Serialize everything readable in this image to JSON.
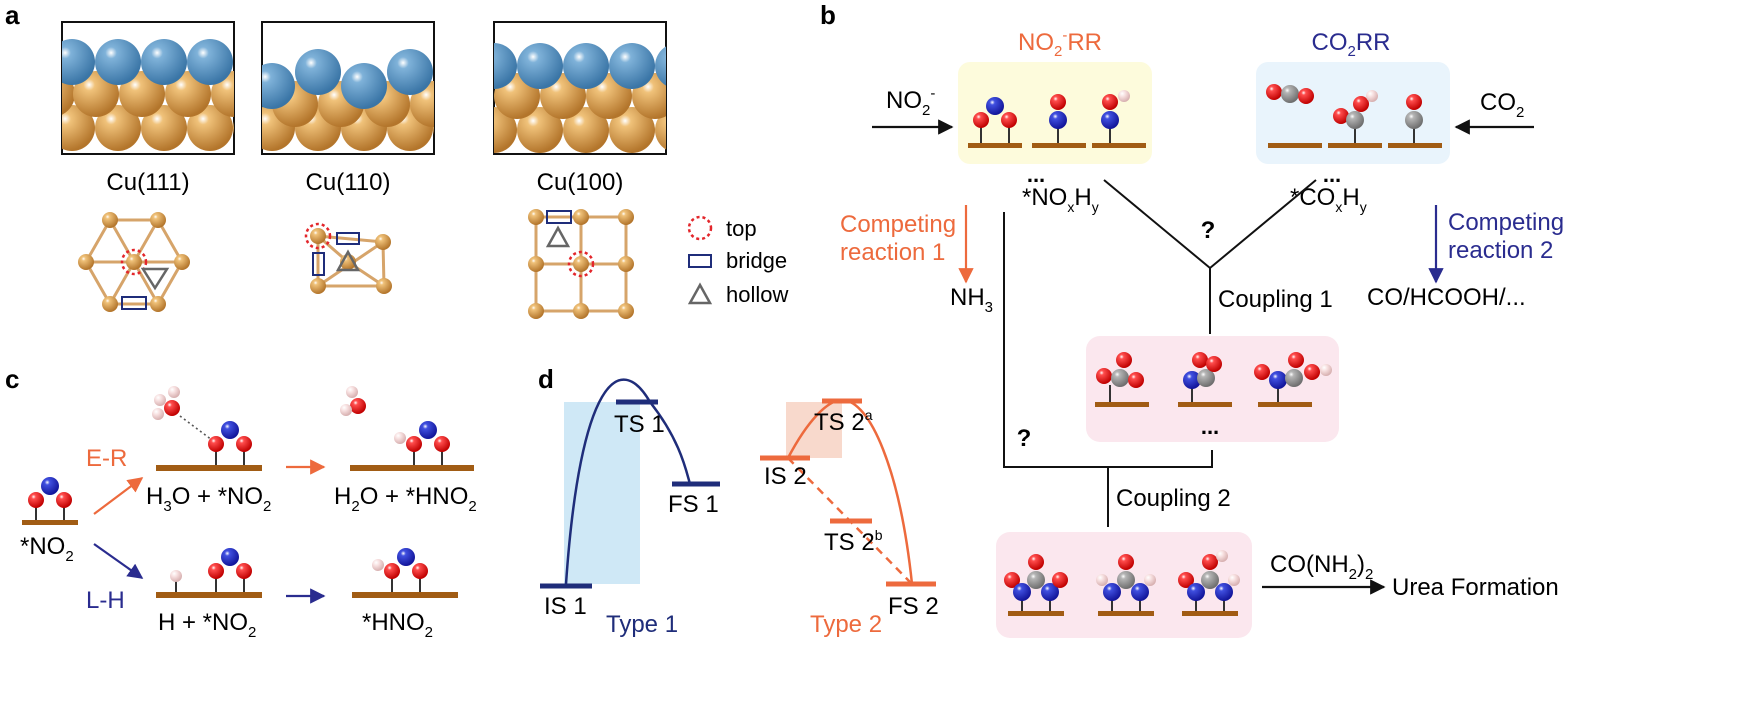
{
  "panels": {
    "a": "a",
    "b": "b",
    "c": "c",
    "d": "d"
  },
  "panel_a": {
    "facets": [
      {
        "label": "Cu(111)"
      },
      {
        "label": "Cu(110)"
      },
      {
        "label": "Cu(100)"
      }
    ],
    "legend": {
      "top": "top",
      "bridge": "bridge",
      "hollow": "hollow"
    },
    "colors": {
      "cu": "#c8893f",
      "top_layer": "#4a86b5",
      "site_top": "#e3262b",
      "site_bridge": "#1f2d7a",
      "site_hollow": "#777777"
    }
  },
  "panel_b": {
    "no2rr": {
      "title_pre": "NO",
      "title_sub": "2",
      "title_sup": "-",
      "title_post": "RR"
    },
    "co2rr": {
      "title_pre": "CO",
      "title_sub": "2",
      "title_post": "RR"
    },
    "no2_input": {
      "pre": "NO",
      "sub": "2",
      "sup": "-"
    },
    "co2_input": {
      "pre": "CO",
      "sub": "2"
    },
    "nox_label": {
      "star": "*NO",
      "x": "x",
      "H": "H",
      "y": "y"
    },
    "cox_label": {
      "star": "*CO",
      "x": "x",
      "H": "H",
      "y": "y"
    },
    "ellipsis": "...",
    "question": "?",
    "competing1": {
      "line1": "Competing",
      "line2": "reaction 1"
    },
    "competing2": {
      "line1": "Competing",
      "line2": "reaction 2"
    },
    "nh3": {
      "pre": "NH",
      "sub": "3"
    },
    "co_products": "CO/HCOOH/...",
    "coupling1": "Coupling 1",
    "coupling2": "Coupling 2",
    "urea_product": {
      "pre": "CO(NH",
      "sub": "2",
      "post": ")"
    },
    "urea_sub2": "2",
    "urea_formation": "Urea Formation",
    "colors": {
      "orange": "#ed6a3d",
      "navy": "#2a2c8f",
      "yellow_box": "#fdfbdc",
      "blue_box": "#e9f4fc",
      "pink_box": "#fbe7ee"
    }
  },
  "panel_c": {
    "reactant": {
      "pre": "*NO",
      "sub": "2"
    },
    "er": "E-R",
    "lh": "L-H",
    "er_left": {
      "a": "H",
      "sub": "3",
      "b": "O + *NO",
      "sub2": "2"
    },
    "er_right": {
      "a": "H",
      "sub": "2",
      "b": "O + *HNO",
      "sub2": "2"
    },
    "lh_left": {
      "a": "H + *NO",
      "sub": "2"
    },
    "lh_right": {
      "a": "*HNO",
      "sub": "2"
    }
  },
  "panel_d": {
    "type1": {
      "is": "IS 1",
      "ts": "TS 1",
      "fs": "FS 1",
      "name": "Type 1"
    },
    "type2": {
      "is": "IS 2",
      "ts_a": "TS 2",
      "ts_a_sup": "a",
      "ts_b": "TS 2",
      "ts_b_sup": "b",
      "fs": "FS 2",
      "name": "Type 2"
    },
    "colors": {
      "navy": "#1f2d7a",
      "orange": "#ed6a3d",
      "blue_shade": "#cfe8f6",
      "orange_shade": "#f8d9cc"
    }
  }
}
